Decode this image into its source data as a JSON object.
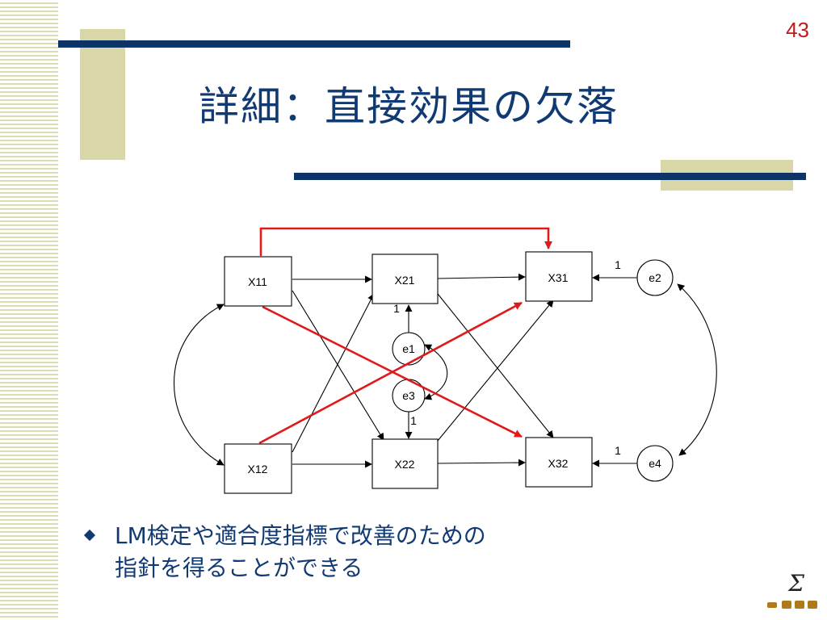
{
  "slide": {
    "number": "43",
    "title": "詳細：直接効果の欠落"
  },
  "diagram": {
    "observed": {
      "x11": "X11",
      "x12": "X12",
      "x21": "X21",
      "x22": "X22",
      "x31": "X31",
      "x32": "X32"
    },
    "errors": {
      "e1": "e1",
      "e2": "e2",
      "e3": "e3",
      "e4": "e4"
    },
    "path_weights": {
      "e1_x21": "1",
      "e3_x22": "1",
      "e2_x31": "1",
      "e4_x32": "1"
    },
    "colors": {
      "highlight_paths": "#e0191b",
      "normal_paths": "#000000"
    }
  },
  "bullets": [
    {
      "line1": "LM検定や適合度指標で改善のための",
      "line2": "指針を得ることができる"
    }
  ],
  "colors": {
    "title": "#123a72",
    "accent_bar": "#0d3467",
    "tan": "#d9d7a8",
    "slide_number": "#c01a1a"
  },
  "logo": {
    "icon": "sigma-icon"
  }
}
